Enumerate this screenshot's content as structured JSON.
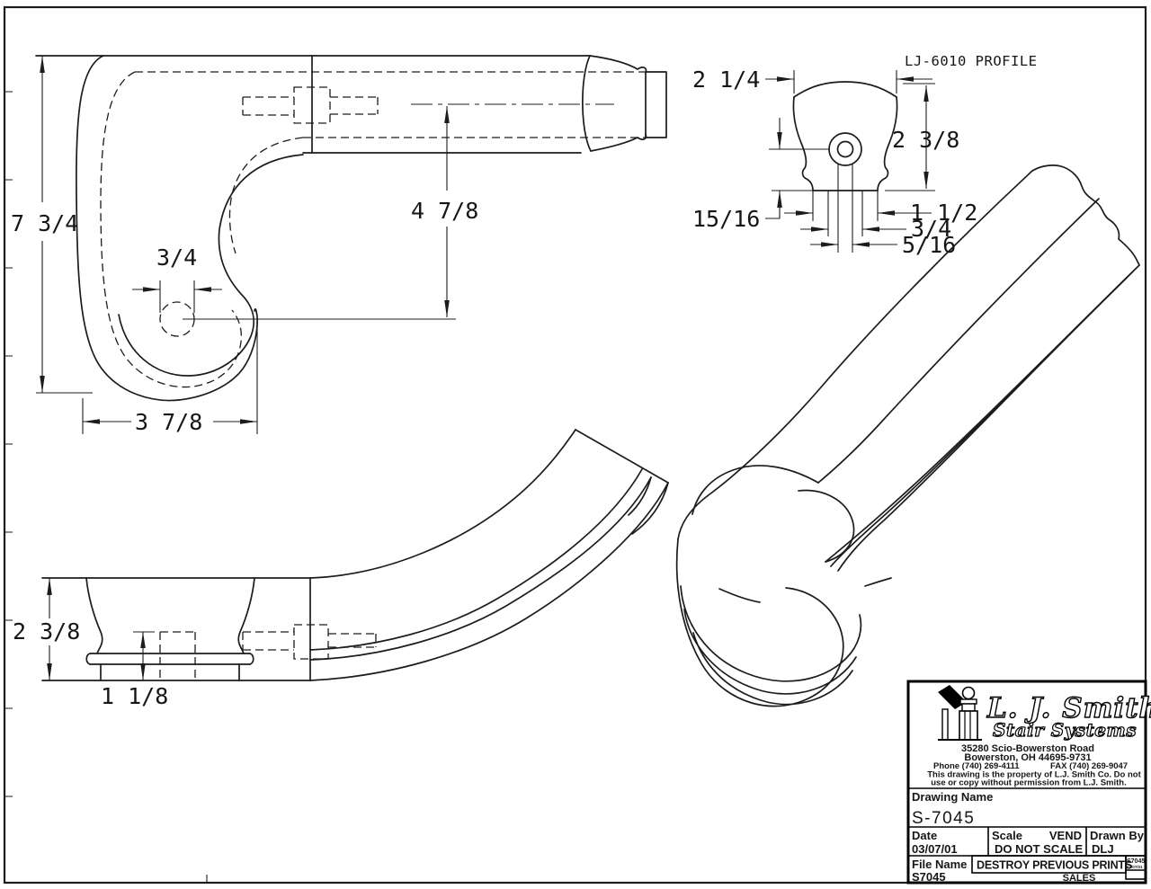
{
  "colors": {
    "ink": "#1c1c1c",
    "paper": "#ffffff"
  },
  "views": {
    "plan": {
      "dim_height": "7 3/4",
      "dim_width": "3 7/8",
      "dim_hole": "3/4",
      "dim_drop": "4 7/8"
    },
    "profile": {
      "title": "LJ-6010 PROFILE",
      "dim_top_width": "2 1/4",
      "dim_height": "2 3/8",
      "dim_center": "15/16",
      "dim_flat": "1 1/2",
      "dim_plow": "3/4",
      "dim_slot": "5/16"
    },
    "elevation": {
      "dim_height": "2 3/8",
      "dim_base": "1 1/8"
    }
  },
  "title_block": {
    "logo_line1": "L. J. Smith",
    "logo_line2": "Stair Systems",
    "address_line1": "35280 Scio-Bowerston Road",
    "address_line2": "Bowerston, OH 44695-9731",
    "phone": "Phone (740) 269-4111",
    "fax": "FAX (740) 269-9047",
    "notice_line1": "This drawing is the property of L.J. Smith Co. Do not",
    "notice_line2": "use or copy without permission from L.J. Smith.",
    "drawing_name_label": "Drawing Name",
    "drawing_name": "S-7045",
    "date_label": "Date",
    "date": "03/07/01",
    "scale_label": "Scale",
    "scale_vend": "VEND",
    "scale_value": "DO NOT SCALE",
    "drawn_by_label": "Drawn By",
    "drawn_by": "DLJ",
    "file_name_label": "File Name",
    "file_name": "S7045",
    "destroy_note": "DESTROY PREVIOUS PRINTS",
    "dept": "SALES",
    "stamp_top": "S7045",
    "stamp_bottom": "03/07/01"
  }
}
